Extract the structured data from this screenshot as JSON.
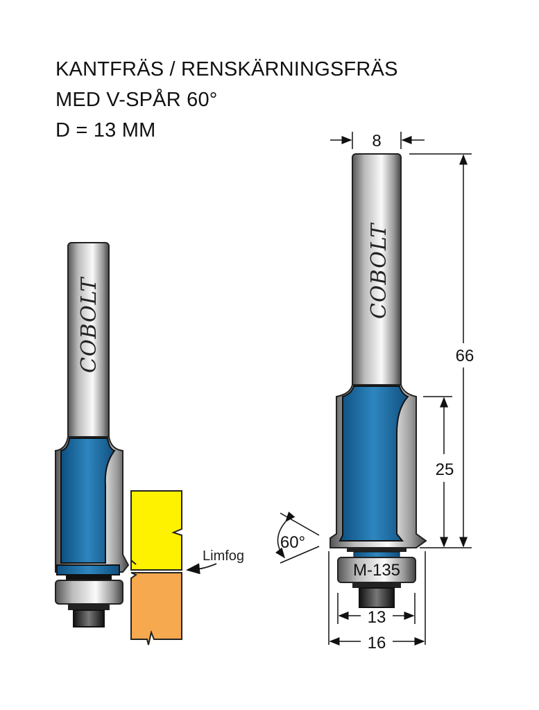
{
  "title": {
    "line1": "KANTFRÄS / RENSKÄRNINGSFRÄS",
    "line2": "MED V-SPÅR 60°",
    "line3": "D = 13 MM"
  },
  "brand": "COBOLT",
  "labels": {
    "glue_joint": "Limfog",
    "bearing": "M-135"
  },
  "dimensions": {
    "shank_diameter": "8",
    "total_length": "66",
    "cutting_length": "25",
    "angle": "60°",
    "bearing_diameter": "13",
    "cutting_diameter": "16"
  },
  "colors": {
    "blue": "#1f6fa8",
    "yellow": "#fff200",
    "orange": "#f6a94f"
  }
}
